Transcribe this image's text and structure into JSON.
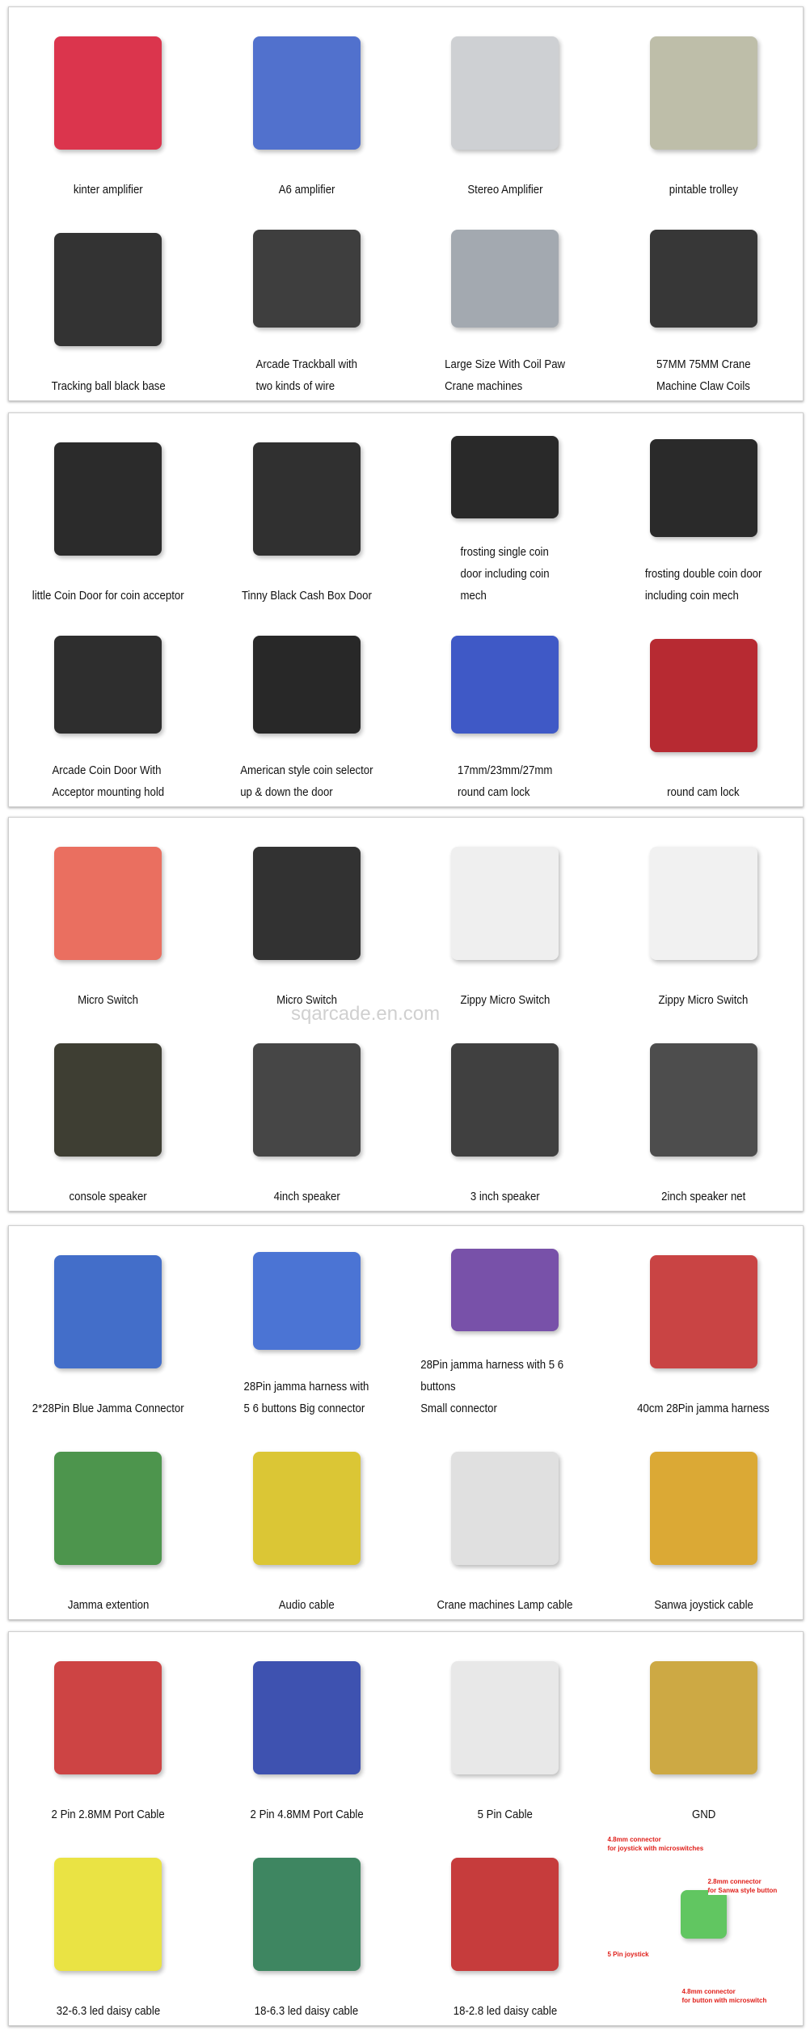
{
  "watermark": "sqarcade.en.com",
  "panels": [
    {
      "items": [
        {
          "caption": "kinter amplifier",
          "icon": "red-amplifier",
          "color": "#d8203a"
        },
        {
          "caption": "A6 amplifier",
          "icon": "blue-amplifier",
          "color": "#3f62c8"
        },
        {
          "caption": "Stereo Amplifier",
          "icon": "silver-amplifier",
          "color": "#c9cbcf"
        },
        {
          "caption": "pintable trolley",
          "icon": "spring-plunger",
          "color": "#b7b7a0"
        },
        {
          "caption": "Tracking ball black base",
          "icon": "trackball-base",
          "color": "#1d1d1d"
        },
        {
          "caption": "Arcade Trackball with\ntwo kinds of wire",
          "icon": "trackball-wired",
          "color": "#2a2a2a"
        },
        {
          "caption": "Large Size With Coil Paw\nCrane machines",
          "icon": "crane-claw",
          "color": "#9aa0a8"
        },
        {
          "caption": "57MM 75MM Crane\nMachine Claw Coils",
          "icon": "claw-coil",
          "color": "#222222"
        }
      ]
    },
    {
      "items": [
        {
          "caption": "little Coin Door for coin acceptor",
          "icon": "coin-door",
          "color": "#151515"
        },
        {
          "caption": "Tinny Black Cash Box Door",
          "icon": "cash-box-door",
          "color": "#1a1a1a"
        },
        {
          "caption": "frosting  single coin\ndoor including coin\nmech",
          "icon": "single-coin-door",
          "color": "#121212"
        },
        {
          "caption": "frosting double coin door\nincluding coin mech",
          "icon": "double-coin-door",
          "color": "#141414"
        },
        {
          "caption": "Arcade Coin Door With\nAcceptor mounting hold",
          "icon": "acceptor-door",
          "color": "#181818"
        },
        {
          "caption": "American style coin selector\nup & down the door",
          "icon": "coin-selector",
          "color": "#111111"
        },
        {
          "caption": "17mm/23mm/27mm\nround cam lock",
          "icon": "blue-cam-lock",
          "color": "#2b48c0"
        },
        {
          "caption": "round cam lock",
          "icon": "red-cam-lock",
          "color": "#b0141c"
        }
      ]
    },
    {
      "items": [
        {
          "caption": "Micro Switch",
          "icon": "red-micro-switch",
          "color": "#e8604f"
        },
        {
          "caption": "Micro Switch",
          "icon": "black-micro-switch",
          "color": "#1c1c1c"
        },
        {
          "caption": "Zippy Micro Switch",
          "icon": "white-micro-switch",
          "color": "#eeeeee"
        },
        {
          "caption": "Zippy Micro Switch",
          "icon": "white-micro-switch",
          "color": "#f0f0f0"
        },
        {
          "caption": "console speaker",
          "icon": "console-speaker",
          "color": "#2a2a1e"
        },
        {
          "caption": "4inch speaker",
          "icon": "speaker",
          "color": "#333333"
        },
        {
          "caption": "3 inch speaker",
          "icon": "speaker",
          "color": "#2c2c2c"
        },
        {
          "caption": "2inch speaker net",
          "icon": "speaker-net",
          "color": "#3a3a3a"
        }
      ]
    },
    {
      "items": [
        {
          "caption": "2*28Pin Blue Jamma Connector",
          "icon": "jamma-connector",
          "color": "#2f5fc4"
        },
        {
          "caption": "28Pin jamma harness with\n5 6 buttons Big connector",
          "icon": "jamma-harness",
          "color": "#3866d0"
        },
        {
          "caption": "28Pin jamma harness with 5 6 buttons\nSmall connector",
          "icon": "jamma-harness",
          "color": "#6a3fa0"
        },
        {
          "caption": "40cm 28Pin jamma harness",
          "icon": "jamma-harness",
          "color": "#c43030"
        },
        {
          "caption": "Jamma extention",
          "icon": "jamma-extension",
          "color": "#3a8a3a"
        },
        {
          "caption": "Audio cable",
          "icon": "audio-cable",
          "color": "#d8c020"
        },
        {
          "caption": "Crane machines Lamp cable",
          "icon": "lamp-cable",
          "color": "#dddddd"
        },
        {
          "caption": "Sanwa joystick cable",
          "icon": "joystick-cable",
          "color": "#d8a020"
        }
      ]
    },
    {
      "items": [
        {
          "caption": "2 Pin 2.8MM Port Cable",
          "icon": "port-cable",
          "color": "#c83030"
        },
        {
          "caption": "2 Pin 4.8MM Port Cable",
          "icon": "port-cable",
          "color": "#2a40a8"
        },
        {
          "caption": "5  Pin Cable",
          "icon": "pin-cable",
          "color": "#e6e6e6"
        },
        {
          "caption": "GND",
          "icon": "gnd-cable",
          "color": "#c8a030"
        },
        {
          "caption": "32-6.3 led daisy cable",
          "icon": "led-daisy-cable",
          "color": "#e8e030"
        },
        {
          "caption": "18-6.3 led daisy cable",
          "icon": "led-daisy-cable",
          "color": "#2a7a50"
        },
        {
          "caption": "18-2.8 led daisy cable",
          "icon": "led-daisy-cable",
          "color": "#c02828"
        },
        {
          "caption": "",
          "icon": "joystick-encoder-diagram",
          "color": "#50c050",
          "labels": [
            "4.8mm connector\nfor joystick with microswitches",
            "2.8mm connector\nfor Sanwa style button",
            "5 Pin joystick",
            "4.8mm connector\nfor button with microswitch"
          ]
        }
      ]
    }
  ]
}
